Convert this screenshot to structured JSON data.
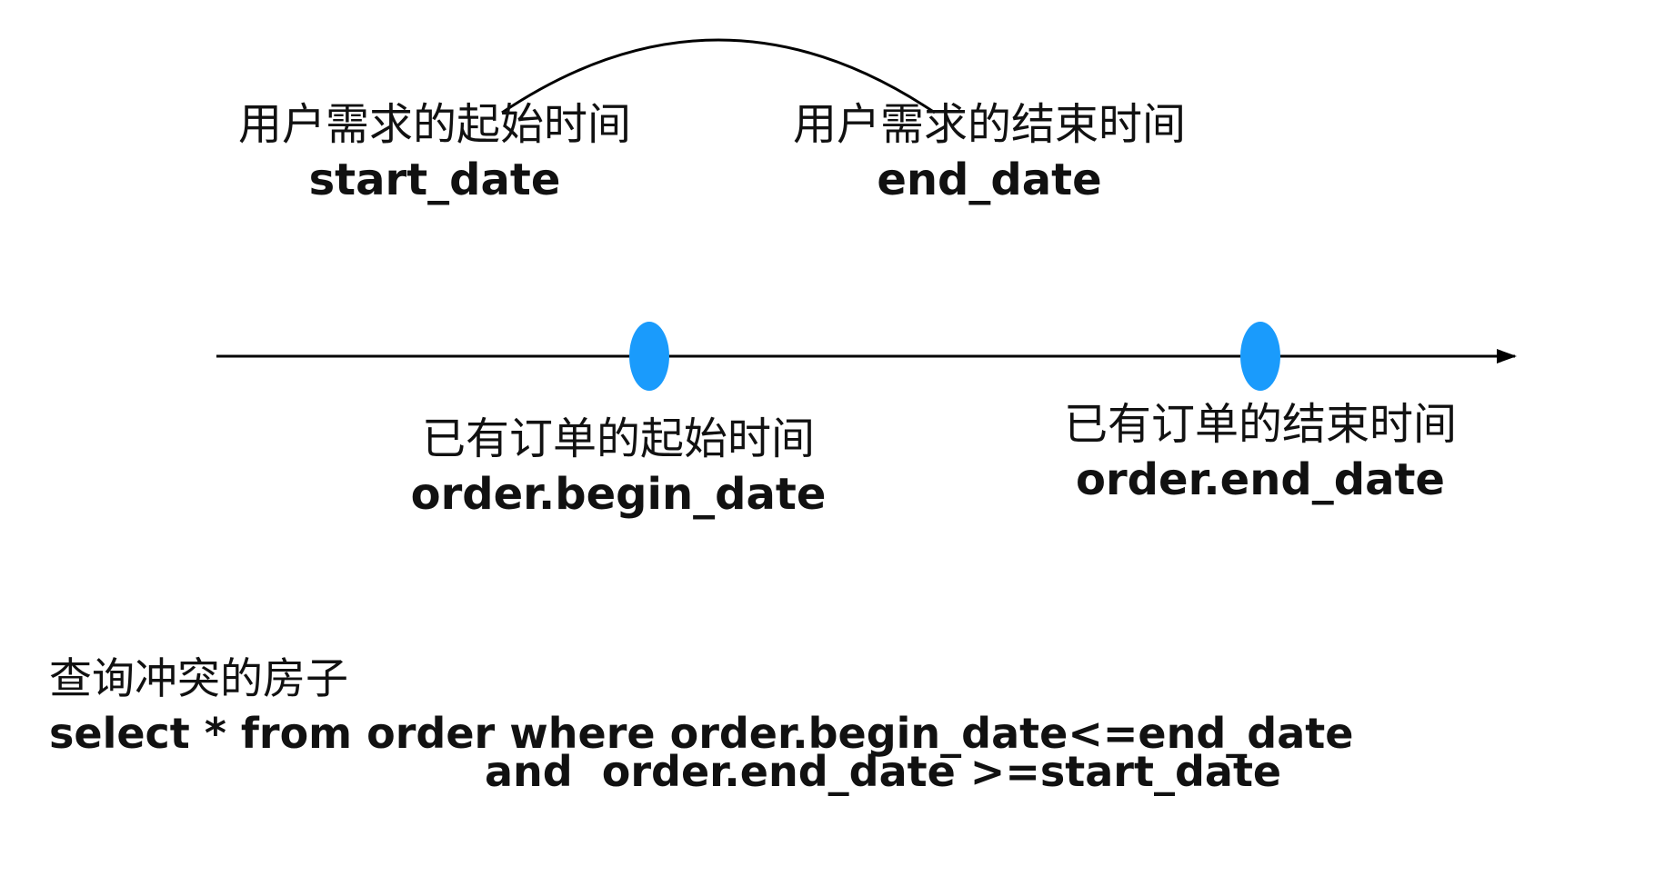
{
  "user_range": {
    "start": {
      "label_cn": "用户需求的起始时间",
      "label_en": "start_date"
    },
    "end": {
      "label_cn": "用户需求的结束时间",
      "label_en": "end_date"
    }
  },
  "existing_order": {
    "begin": {
      "label_cn": "已有订单的起始时间",
      "label_en": "order.begin_date"
    },
    "end": {
      "label_cn": "已有订单的结束时间",
      "label_en": "order.end_date"
    }
  },
  "query": {
    "title": "查询冲突的房子",
    "line1": "select * from order where order.begin_date<=end_date",
    "line2": "and  order.end_date >=start_date"
  },
  "colors": {
    "marker": "#1a9bfc",
    "line": "#000000"
  }
}
